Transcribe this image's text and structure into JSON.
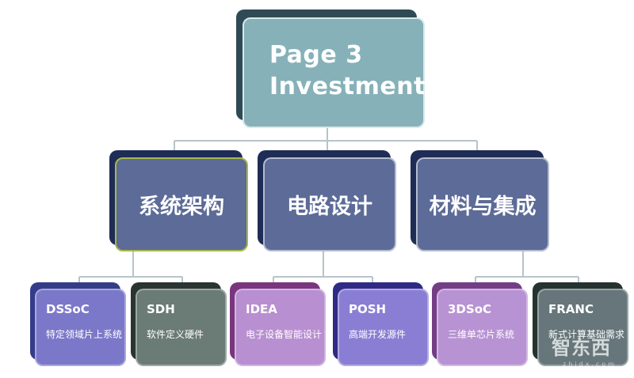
{
  "root": {
    "line1": "Page 3",
    "line2": "Investments"
  },
  "branches": [
    {
      "label": "系统架构",
      "children": [
        {
          "title": "DSSoC",
          "subtitle": "特定领域片上系统"
        },
        {
          "title": "SDH",
          "subtitle": "软件定义硬件"
        }
      ]
    },
    {
      "label": "电路设计",
      "children": [
        {
          "title": "IDEA",
          "subtitle": "电子设备智能设计"
        },
        {
          "title": "POSH",
          "subtitle": "高端开发源件"
        }
      ]
    },
    {
      "label": "材料与集成",
      "children": [
        {
          "title": "3DSoC",
          "subtitle": "三维单芯片系统"
        },
        {
          "title": "FRANC",
          "subtitle": "新式计算基础需求"
        }
      ]
    }
  ],
  "watermark": {
    "main": "智东西",
    "sub": "zhidx.com"
  },
  "colors": {
    "connector": "#b7c4c9",
    "root_fill": "#86b1b8",
    "mid_fill": "#5c6b97"
  }
}
